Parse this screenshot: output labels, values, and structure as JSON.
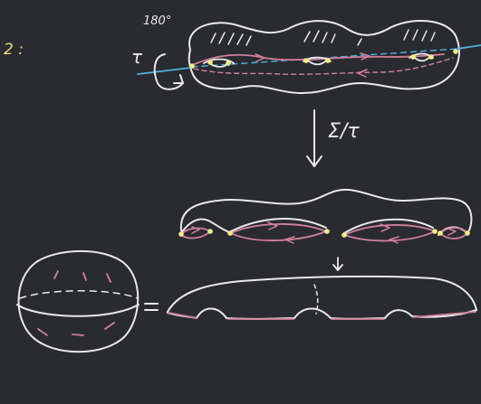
{
  "labels": {
    "page_number": "2 :",
    "rotation_angle": "180°",
    "involution": "τ",
    "quotient_map": "Σ/τ"
  },
  "colors": {
    "background": "#2a2b31",
    "chalk_white": "#e9e9ea",
    "pink": "#d2809a",
    "blue": "#4fb3df",
    "yellow": "#f2ed8c"
  }
}
